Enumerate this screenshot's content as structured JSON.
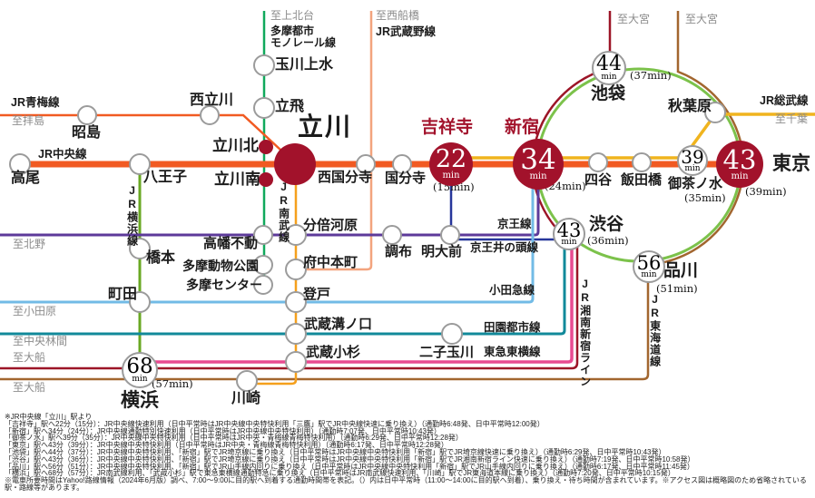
{
  "title": "JR中央線「立川」駅 電車アクセス概略図",
  "colors": {
    "chuo": "#f15a22",
    "sobu_yellow": "#f0b41e",
    "yamanote_green": "#7cc24b",
    "saikyo_dark_red": "#9c1527",
    "tokaido_brown": "#a2662f",
    "monorail_green": "#10a95c",
    "yokohama_line_green": "#6aa823",
    "musashino_salmon": "#f3a47e",
    "nambu_orange": "#f5a01c",
    "keio_purple": "#5d3a9a",
    "inokashira_blue": "#27379b",
    "odakyu_light_blue": "#72bbe6",
    "denentoshi_teal": "#11899a",
    "toyoko_pink": "#e84a90",
    "station_red": "#a2122b",
    "circle_border": "#9b9b9b",
    "destination_grey": "#8c8c8c"
  },
  "lines": {
    "chuo": "JR中央線",
    "ome": "JR青梅線",
    "monorail_1": "多摩都市",
    "monorail_2": "モノレール線",
    "musashino": "JR武蔵野線",
    "yokohama_line": "JR横浜線",
    "nambu": "JR南武線",
    "keio": "京王線",
    "inokashira": "京王井の頭線",
    "odakyu": "小田急線",
    "denentoshi": "田園都市線",
    "toyoko": "東急東横線",
    "shonan_shinjuku": "JR湘南新宿ライン",
    "tokaido": "JR東海道線",
    "sobu": "JR総武線"
  },
  "destinations": {
    "haijima": "至拝島",
    "kamikitadai": "至上北台",
    "nishifunabashi": "至西船橋",
    "omiya_left": "至大宮",
    "omiya_right": "至大宮",
    "chiba": "至千葉",
    "kitano": "至北野",
    "odawara": "至小田原",
    "chuo_rinkan": "至中央林間",
    "ofuna_upper": "至大船",
    "ofuna_lower": "至大船"
  },
  "stations": {
    "takao": "高尾",
    "hachioji": "八王子",
    "akishima": "昭島",
    "nishitachikawa": "西立川",
    "tachikawa": "立川",
    "tachikawakita": "立川北",
    "tachikawaminami": "立川南",
    "tamagawajosui": "玉川上水",
    "tachihi": "立飛",
    "nishikokubunji": "西国分寺",
    "kokubunji": "国分寺",
    "kichijoji": "吉祥寺",
    "shinjuku": "新宿",
    "yotsuya": "四谷",
    "iidabashi": "飯田橋",
    "ochanomizu": "御茶ノ水",
    "akihabara": "秋葉原",
    "ikebukuro": "池袋",
    "tokyo": "東京",
    "shibuya": "渋谷",
    "shinagawa": "品川",
    "hashimoto": "橋本",
    "machida": "町田",
    "takahatafudo": "高幡不動",
    "tamadobutsukoen": "多摩動物公園",
    "tamacenter": "多摩センター",
    "bubaigawara": "分倍河原",
    "fuchuhommachi": "府中本町",
    "noborito": "登戸",
    "musashimizonokuchi": "武蔵溝ノ口",
    "musashikosugi": "武蔵小杉",
    "chofu": "調布",
    "meidaimae": "明大前",
    "futakotamagawa": "二子玉川",
    "yokohama": "横浜",
    "kawasaki": "川崎"
  },
  "badges": {
    "kichijoji": {
      "min": "22",
      "unit": "min",
      "alt": "(15min)"
    },
    "shinjuku": {
      "min": "34",
      "unit": "min",
      "alt": "(24min)"
    },
    "tokyo": {
      "min": "43",
      "unit": "min",
      "alt": "(39min)"
    },
    "ikebukuro": {
      "min": "44",
      "unit": "min",
      "alt": "(37min)"
    },
    "ochanomizu": {
      "min": "39",
      "unit": "min",
      "alt": "(35min)"
    },
    "shibuya": {
      "min": "43",
      "unit": "min",
      "alt": "(36min)"
    },
    "shinagawa": {
      "min": "56",
      "unit": "min",
      "alt": "(51min)"
    },
    "yokohama": {
      "min": "68",
      "unit": "min",
      "alt": "(57min)"
    }
  },
  "notes": [
    "※JR中央線「立川」駅より",
    "「吉祥寺」駅へ22分（15分）：JR中央線快速利用（日中平常時はJR中央線中央特快利用「三鷹」駅でJR中央線快速に乗り換え）（通勤時6:48発、日中平常時12:00発）",
    "「新宿」駅へ34分（24分）：JR中央線通勤特別快速利用（日中平常時はJR中央線中央特快利用）（通勤時7:07発、日中平常時10:43発）",
    "「御茶ノ水」駅へ39分（35分）：JR中央線中央特快利用（日中平常時はJR中央・青梅線青梅特快利用）（通勤時6:29発、日中平常時12:28発）",
    "「東京」駅へ43分（39分）：JR中央線中央特快利用（日中平常時はJR中央・青梅線青梅特快利用）（通勤時6:17発、日中平常時12:28発）",
    "「池袋」駅へ44分（37分）：JR中央線中央特快利用、「新宿」駅でJR埼京線に乗り換え（日中平常時はJR中央線中央特快利用「新宿」駅でJR埼京線快速に乗り換え）（通勤時6:29発、日中平常時10:43発）",
    "「渋谷」駅へ43分（36分）：JR中央線中央特快利用、「新宿」駅でJR埼京線に乗り換え（日中平常時はJR中央線中央特快利用「新宿」駅でJR湘南新宿ライン快速に乗り換え）（通勤時7:19発、日中平常時10:58発）",
    "「品川」駅へ56分（51分）：JR中央線中央特快利用、「新宿」駅でJR山手線内回りに乗り換え（日中平常時はJR中央線中央特快利用「新宿」駅でJR山手線内回りに乗り換え）（通勤時6:17発、日中平常時11:45発）",
    "「横浜」駅へ68分（57分）：JR南武線利用、「武蔵小杉」駅で東急東横線通勤特急に乗り換え（日中平常時はJR南武線快速利用、「川崎」駅でJR東海道本線に乗り換え）（通勤時7:20発、日中平常時10:15発）",
    "※電車所要時間はYahoo!路線情報（2024年6月版）調べ、7:00～9:00に目的駅へ到着する通勤時間帯を表記。（）内は日中平常時（11:00～14:00に目的駅へ到着）、乗り換え・待ち時間が含まれています。※アクセス図は概略図のため省略されている駅・路線等があります。"
  ]
}
